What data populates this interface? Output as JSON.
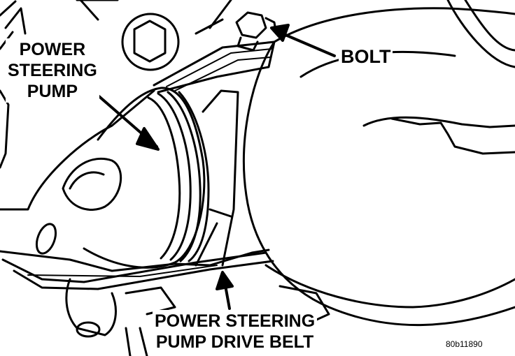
{
  "labels": {
    "power_steering_pump": [
      "POWER",
      "STEERING",
      "PUMP"
    ],
    "bolt": "BOLT",
    "drive_belt": [
      "POWER STEERING",
      "PUMP DRIVE BELT"
    ],
    "figure_code": "80b11890"
  },
  "colors": {
    "ink": "#000000",
    "paper": "#ffffff"
  }
}
